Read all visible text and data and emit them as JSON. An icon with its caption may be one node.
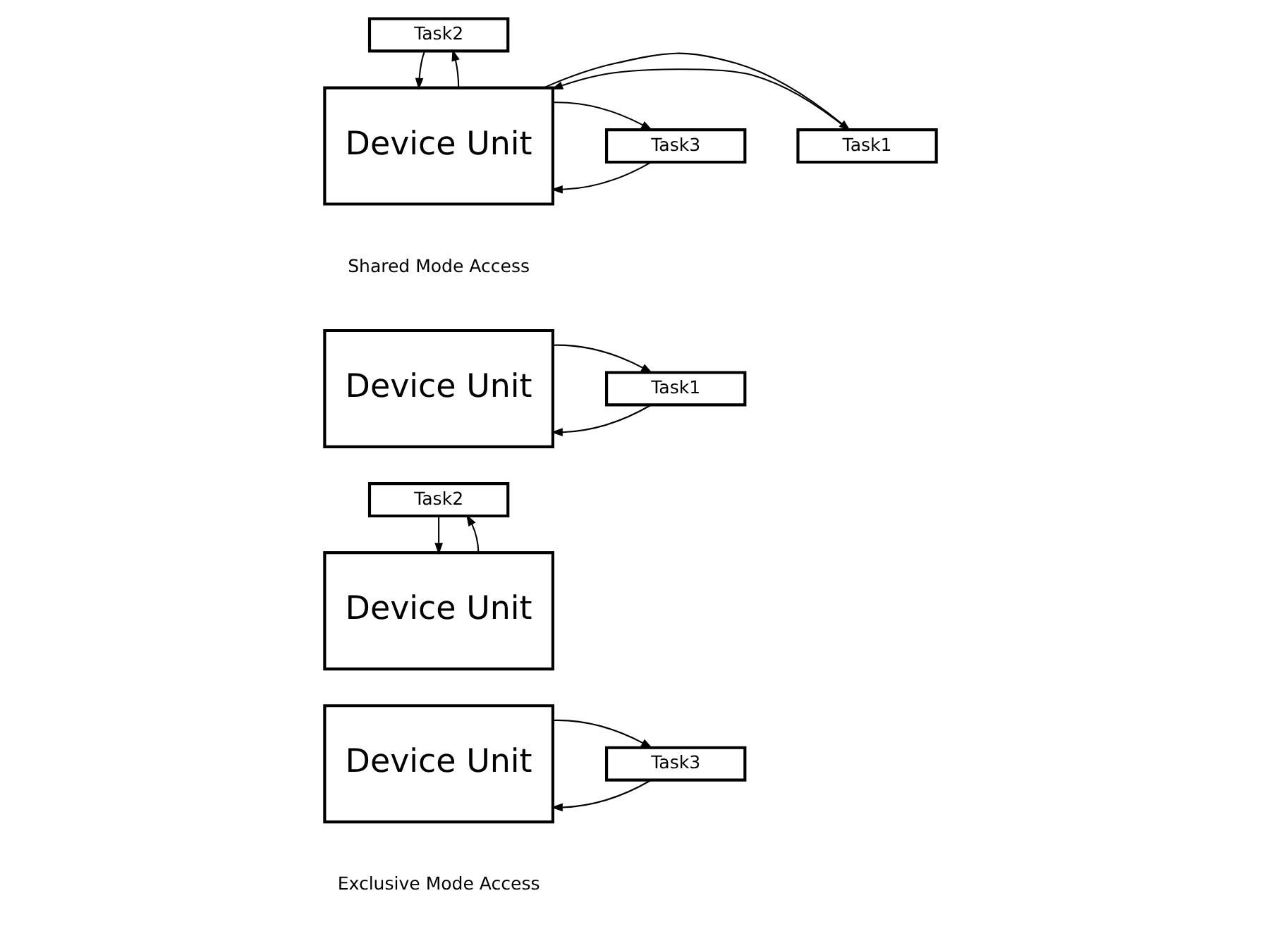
{
  "diagram": {
    "nodes": [
      {
        "text": [
          "Task2"
        ]
      },
      {
        "text": [
          "Task1"
        ]
      },
      {
        "text": [
          "Device Unit"
        ]
      },
      {
        "text": [
          "Task3"
        ]
      },
      {
        "text": [
          "Task1"
        ]
      },
      {
        "text": [
          "Device Unit"
        ]
      },
      {
        "text": [
          "Task2"
        ]
      },
      {
        "text": [
          "Device Unit"
        ]
      },
      {
        "text": [
          "Device Unit"
        ]
      },
      {
        "text": [
          "Task3"
        ]
      }
    ],
    "edges": [
      {
        "from": 0,
        "to": 2,
        "arrow": "to"
      },
      {
        "from": 2,
        "to": 0,
        "arrow": "to"
      },
      {
        "from": 1,
        "to": 2,
        "arrow": "to"
      },
      {
        "from": 2,
        "to": 1,
        "arrow": "to"
      },
      {
        "from": 3,
        "to": 2,
        "arrow": "to"
      },
      {
        "from": 2,
        "to": 3,
        "arrow": "to"
      },
      {
        "from": 4,
        "to": 5,
        "arrow": "to"
      },
      {
        "from": 5,
        "to": 4,
        "arrow": "to"
      },
      {
        "from": 6,
        "to": 7,
        "arrow": "to"
      },
      {
        "from": 7,
        "to": 6,
        "arrow": "to"
      },
      {
        "from": 9,
        "to": 8,
        "arrow": "to"
      },
      {
        "from": 8,
        "to": 9,
        "arrow": "to"
      }
    ],
    "labels": [
      "Shared Mode Access",
      "Exclusive Mode Access"
    ]
  }
}
